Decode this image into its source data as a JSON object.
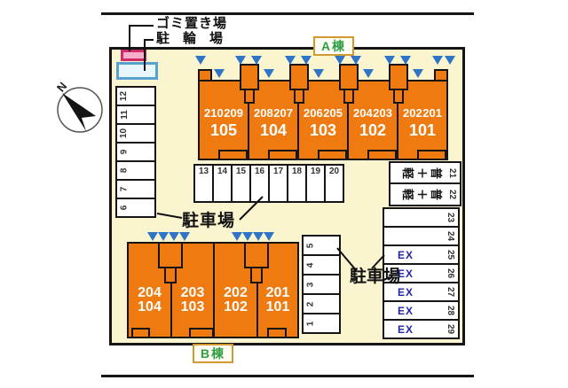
{
  "annotations": {
    "garbage": "ゴミ置き場",
    "bicycle": "駐　輪　場",
    "parking_left": "駐車場",
    "parking_right": "駐車場",
    "north": "N"
  },
  "buildings": {
    "a": {
      "label": "A棟",
      "units": [
        {
          "second_left": "210",
          "second_right": "209",
          "first": "105"
        },
        {
          "second_left": "208",
          "second_right": "207",
          "first": "104"
        },
        {
          "second_left": "206",
          "second_right": "205",
          "first": "103"
        },
        {
          "second_left": "204",
          "second_right": "203",
          "first": "102"
        },
        {
          "second_left": "202",
          "second_right": "201",
          "first": "101"
        }
      ]
    },
    "b": {
      "label": "B棟",
      "units": [
        {
          "second": "204",
          "first": "104"
        },
        {
          "second": "203",
          "first": "103"
        },
        {
          "second": "202",
          "first": "102"
        },
        {
          "second": "201",
          "first": "101"
        }
      ]
    }
  },
  "parking": {
    "west_column": [
      "12",
      "11",
      "10",
      "9",
      "8",
      "7",
      "6"
    ],
    "center_row": [
      "13",
      "14",
      "15",
      "16",
      "17",
      "18",
      "19",
      "20"
    ],
    "south_column": [
      "5",
      "4",
      "3",
      "2",
      "1"
    ],
    "east_column": [
      {
        "num": "21",
        "chars": [
          "軽",
          "＋",
          "普"
        ]
      },
      {
        "num": "22",
        "chars": [
          "軽",
          "＋",
          "普"
        ]
      },
      {
        "num": "23"
      },
      {
        "num": "24"
      },
      {
        "num": "25",
        "ex": "EX"
      },
      {
        "num": "26",
        "ex": "EX"
      },
      {
        "num": "27",
        "ex": "EX"
      },
      {
        "num": "28",
        "ex": "EX"
      },
      {
        "num": "29",
        "ex": "EX"
      }
    ]
  },
  "colors": {
    "building_orange": "#EF7A10",
    "site_bg": "#FAF4CF",
    "marker_blue": "#2E75C8",
    "label_green": "#2F9E43",
    "ex_blue": "#2326A8",
    "garbage_pink": "#D02A68",
    "bicycle_blue": "#55A1CF"
  }
}
